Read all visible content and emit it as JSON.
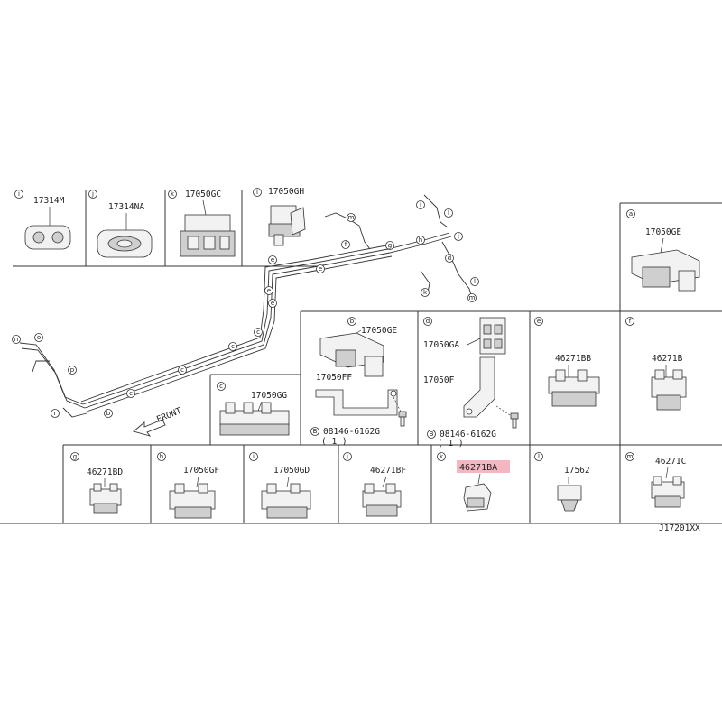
{
  "highlight_color": "#f4b6c0",
  "cells_top": [
    {
      "callout": "i",
      "part": "17314M"
    },
    {
      "callout": "j",
      "part": "17314NA"
    },
    {
      "callout": "k",
      "part": "17050GC"
    },
    {
      "callout": "l",
      "part": "17050GH"
    }
  ],
  "cells_right_top": [
    {
      "callout": "a",
      "part": "17050GE"
    }
  ],
  "cells_middle": [
    {
      "callout": "c",
      "part": "17050GG"
    },
    {
      "callout": "b",
      "part": "17050GE",
      "part2": "17050FF",
      "bolt": "08146-6162G",
      "qty": "( 1 )",
      "bolt_callout": "B"
    },
    {
      "callout": "d",
      "part": "17050GA",
      "part2": "17050F",
      "bolt": "08146-6162G",
      "qty": "( 1 )",
      "bolt_callout": "B"
    },
    {
      "callout": "e",
      "part": "46271BB"
    },
    {
      "callout": "f",
      "part": "46271B"
    }
  ],
  "cells_bottom": [
    {
      "callout": "g",
      "part": "46271BD"
    },
    {
      "callout": "h",
      "part": "17050GF"
    },
    {
      "callout": "i",
      "part": "17050GD"
    },
    {
      "callout": "j",
      "part": "46271BF"
    },
    {
      "callout": "k",
      "part": "46271BA",
      "highlighted": true
    },
    {
      "callout": "l",
      "part": "17562"
    },
    {
      "callout": "m",
      "part": "46271C"
    }
  ],
  "front_label": "FRONT",
  "diagram_code": "J17201XX",
  "routing_callouts": [
    "n",
    "o",
    "p",
    "r",
    "b",
    "c",
    "c",
    "c",
    "c",
    "e",
    "e",
    "e",
    "e",
    "g",
    "h",
    "m",
    "f",
    "j",
    "l",
    "l",
    "k",
    "m",
    "i",
    "d"
  ]
}
